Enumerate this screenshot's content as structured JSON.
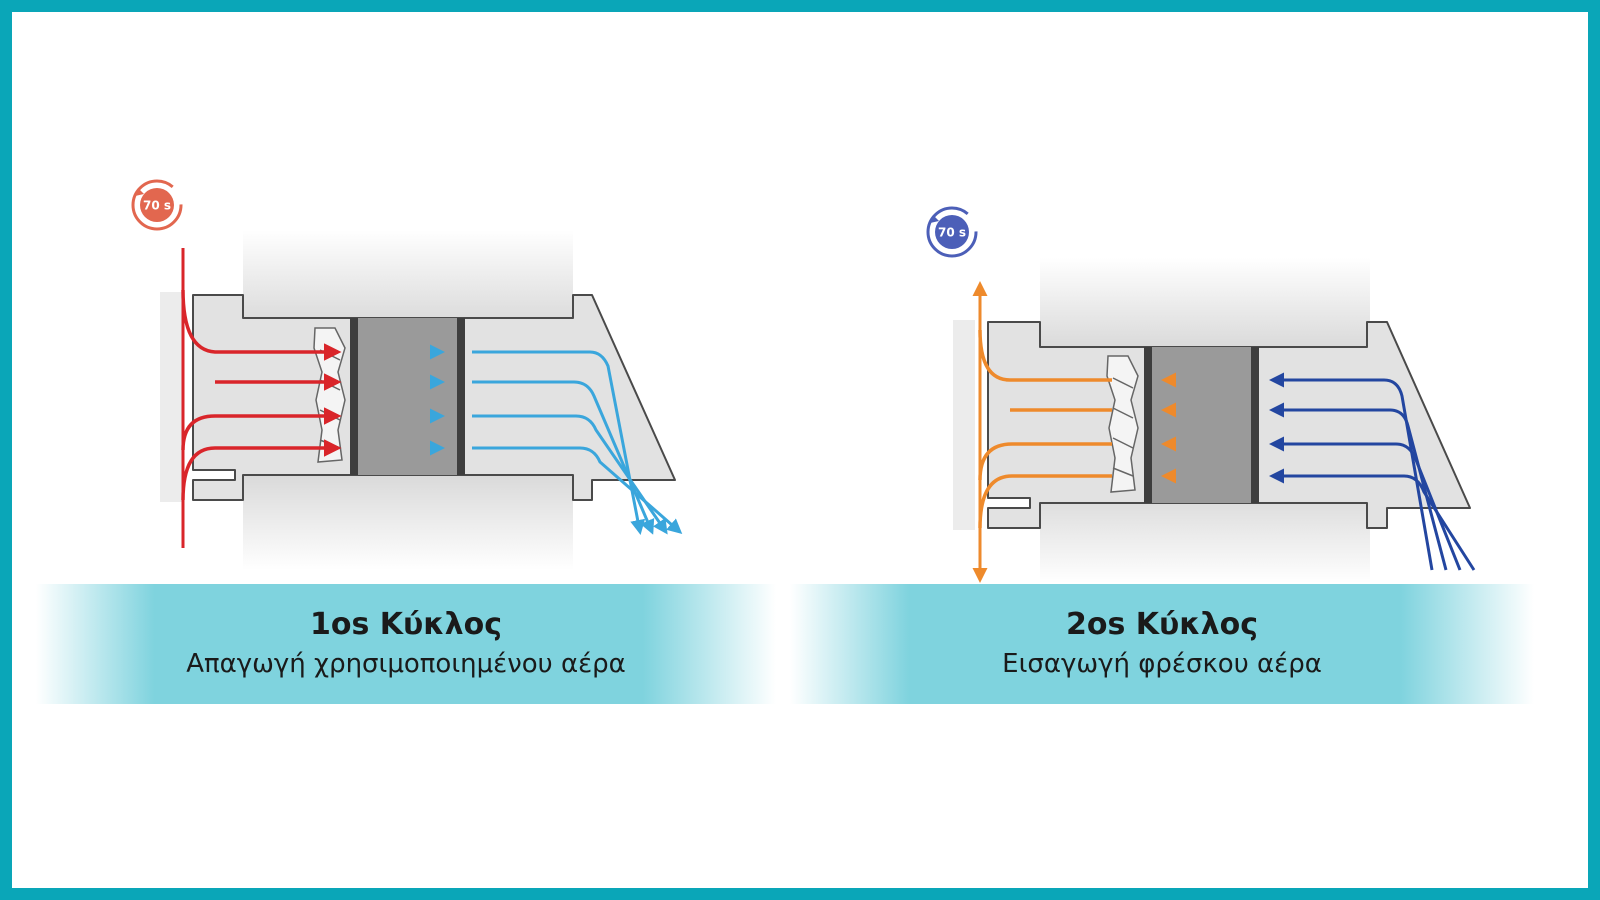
{
  "colors": {
    "frame": "#0aa6b8",
    "band": "#7fd3de",
    "hot_red": "#d9252a",
    "cold_light_blue": "#3aa6dc",
    "warm_orange": "#ee8a2c",
    "cold_dark_blue": "#2346a0",
    "badge_red": "#e2674f",
    "badge_blue": "#4c5fb8"
  },
  "cycle1": {
    "timer_label": "70 s",
    "title": "1os Κύκλος",
    "subtitle": "Απαγωγή χρησιμοποιημένου αέρα",
    "icons": [
      "timer-icon",
      "fan-icon",
      "ceramic-heat-exchanger-icon",
      "arrow-right-icon"
    ]
  },
  "cycle2": {
    "timer_label": "70 s",
    "title": "2os Κύκλος",
    "subtitle": "Εισαγωγή φρέσκου αέρα",
    "icons": [
      "timer-icon",
      "fan-icon",
      "ceramic-heat-exchanger-icon",
      "arrow-left-icon"
    ]
  }
}
